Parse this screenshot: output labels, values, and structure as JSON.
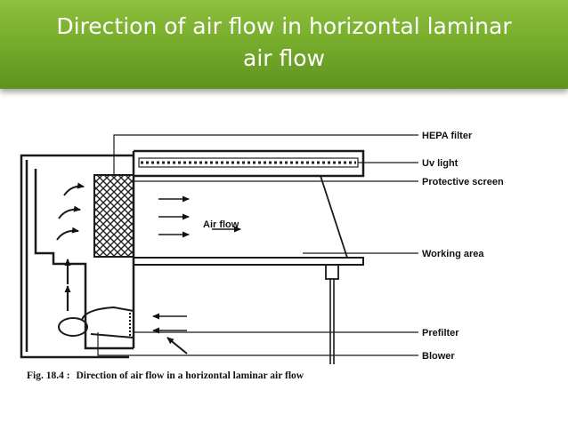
{
  "slide": {
    "title_line1": "Direction of air flow in horizontal laminar",
    "title_line2": "air flow"
  },
  "diagram": {
    "labels": {
      "hepa_filter": "HEPA filter",
      "uv_light": "Uv light",
      "protective_screen": "Protective screen",
      "working_area": "Working area",
      "prefilter": "Prefilter",
      "blower": "Blower",
      "air_flow": "Air flow"
    },
    "caption": {
      "fig_number": "Fig. 18.4 :",
      "text": "Direction of air flow in a horizontal laminar air flow"
    }
  },
  "colors": {
    "title_bar": "#78ad2c",
    "title_text": "#ffffff",
    "line_art": "#1a1a1a"
  }
}
